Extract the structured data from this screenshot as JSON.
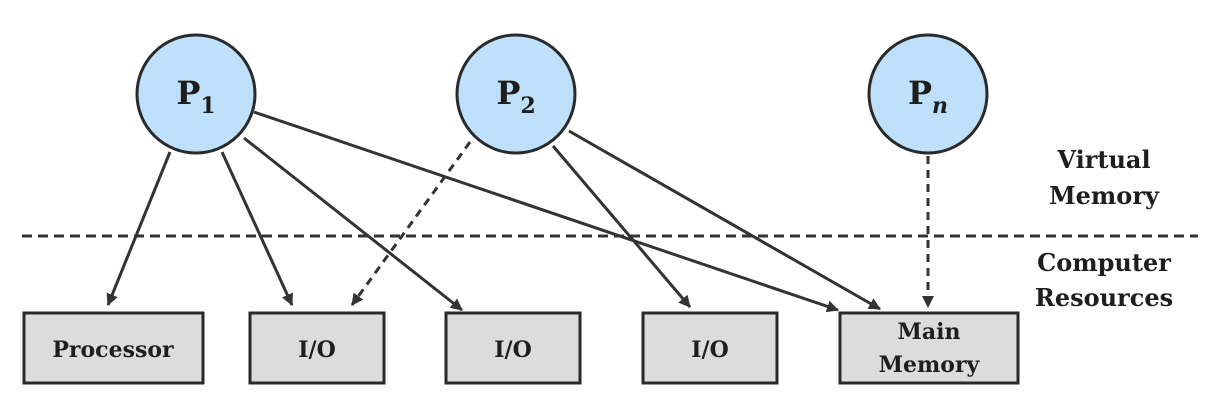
{
  "colors": {
    "process_fill": "#bfe0fa",
    "process_stroke": "#2a2a2a",
    "resource_fill": "#dcdcdc",
    "resource_stroke": "#2a2a2a",
    "arrow": "#333333"
  },
  "processes": [
    {
      "main": "P",
      "sub": "1",
      "sub_italic": false
    },
    {
      "main": "P",
      "sub": "2",
      "sub_italic": false
    },
    {
      "main": "P",
      "sub": "n",
      "sub_italic": true
    }
  ],
  "resources": [
    {
      "lines": [
        "Processor"
      ]
    },
    {
      "lines": [
        "I/O"
      ]
    },
    {
      "lines": [
        "I/O"
      ]
    },
    {
      "lines": [
        "I/O"
      ]
    },
    {
      "lines": [
        "Main",
        "Memory"
      ]
    }
  ],
  "zones": {
    "virtual": [
      "Virtual",
      "Memory"
    ],
    "computer": [
      "Computer",
      "Resources"
    ]
  }
}
